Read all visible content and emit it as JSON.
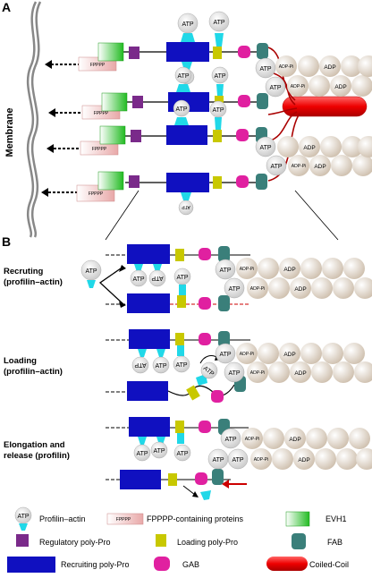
{
  "panels": {
    "a_label": "A",
    "b_label": "B",
    "membrane_label": "Membrane"
  },
  "glyphs": {
    "atp": "ATP",
    "adp": "ADP",
    "adp_pi": "ADP-Pi",
    "fpppp": "FPPPP"
  },
  "steps": {
    "recruting_l1": "Recruting",
    "recruting_l2": "(profilin–actin)",
    "loading_l1": "Loading",
    "loading_l2": "(profilin–actin)",
    "elong_l1": "Elongation and",
    "elong_l2": "release (profilin)"
  },
  "legend": {
    "profilin_actin": "Profilin–actin",
    "fpppp_proteins": "FPPPP-containing proteins",
    "evh1": "EVH1",
    "regulatory": "Regulatory poly-Pro",
    "loading": "Loading  poly-Pro",
    "fab": "FAB",
    "recruiting": "Recruiting  poly-Pro",
    "gab": "GAB",
    "coiled_coil": "Coiled-Coil"
  },
  "colors": {
    "evh1_green": "#22bb22",
    "regulatory_purple": "#7a2a8a",
    "recruiting_blue": "#1010c0",
    "loading_yellow": "#c8c800",
    "gab_magenta": "#e020a0",
    "fab_teal": "#3a7f7a",
    "coiled_coil_red": "#ee0000",
    "profilin_cyan": "#20d8e8",
    "actin_beige": "#d8ccbc",
    "fpppp_pink": "#f0c8c8"
  }
}
